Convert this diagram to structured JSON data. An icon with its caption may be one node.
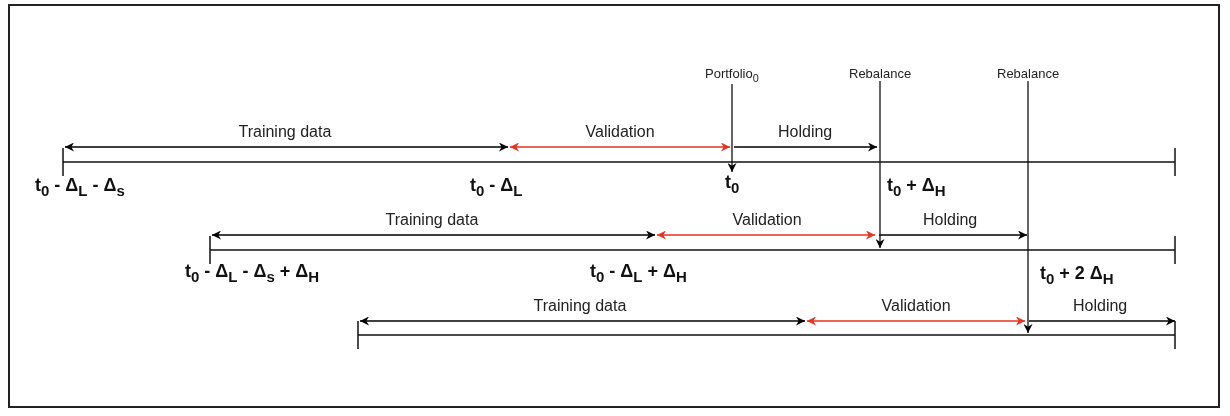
{
  "diagram": {
    "nodes": [
      {
        "text": [
          "Portfolio$_{0}$"
        ]
      },
      {
        "text": [
          "Rebalance"
        ]
      },
      {
        "text": [
          "Rebalance"
        ]
      },
      {
        "text": [
          "t$_{0}$"
        ]
      }
    ],
    "edges": [
      {
        "from": 0,
        "to": 3,
        "arrow": "to"
      },
      {
        "from": 1,
        "to": null,
        "arrow": "to"
      },
      {
        "from": 2,
        "to": null,
        "arrow": "to"
      }
    ],
    "labels": [
      "Training data",
      "Validation",
      "Holding",
      "t$_{0}$ - Δ$_{L}$ - Δ$_{s}$",
      "t$_{0}$ - Δ$_{L}$",
      "t$_{0}$ + Δ$_{H}$",
      "Training data",
      "Validation",
      "Holding",
      "t$_{0}$ - Δ$_{L}$ - Δ$_{s}$ + Δ$_{H}$",
      "t$_{0}$ - Δ$_{L}$ + Δ$_{H}$",
      "t$_{0}$ + 2 Δ$_{H}$",
      "Training data",
      "Validation",
      "Holding"
    ]
  }
}
